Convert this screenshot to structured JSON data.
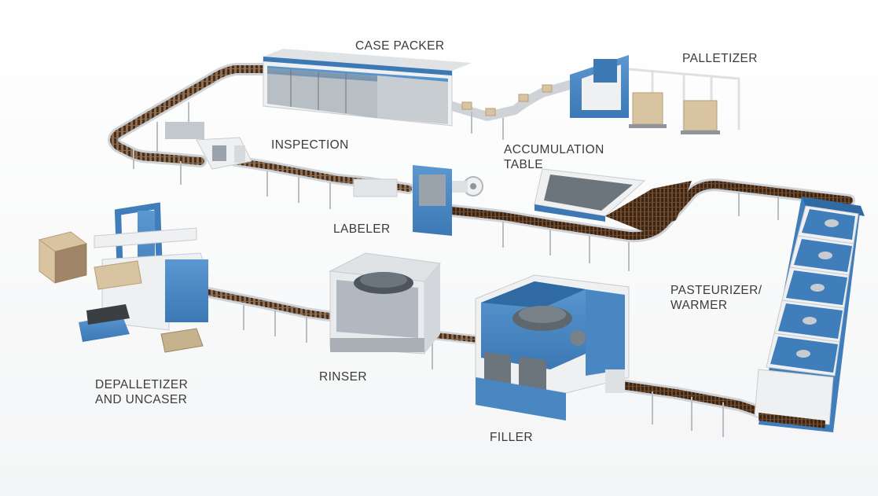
{
  "labels": {
    "case_packer": "CASE PACKER",
    "palletizer": "PALLETIZER",
    "inspection": "INSPECTION",
    "accumulation_line1": "ACCUMULATION",
    "accumulation_line2": "TABLE",
    "labeler": "LABELER",
    "pasteurizer_line1": "PASTEURIZER/",
    "pasteurizer_line2": "WARMER",
    "rinser": "RINSER",
    "depalletizer_line1": "DEPALLETIZER",
    "depalletizer_line2": "AND UNCASER",
    "filler": "FILLER"
  },
  "colors": {
    "machine_blue": "#4a87c2",
    "machine_blue_dark": "#2f6aa3",
    "frame_white": "#eef0f2",
    "glass": "#9aa3ab",
    "bottle": "#5a3a22",
    "conveyor": "#cfd3d7",
    "carton": "#d9c4a2",
    "label_text": "#3b3b3b"
  }
}
